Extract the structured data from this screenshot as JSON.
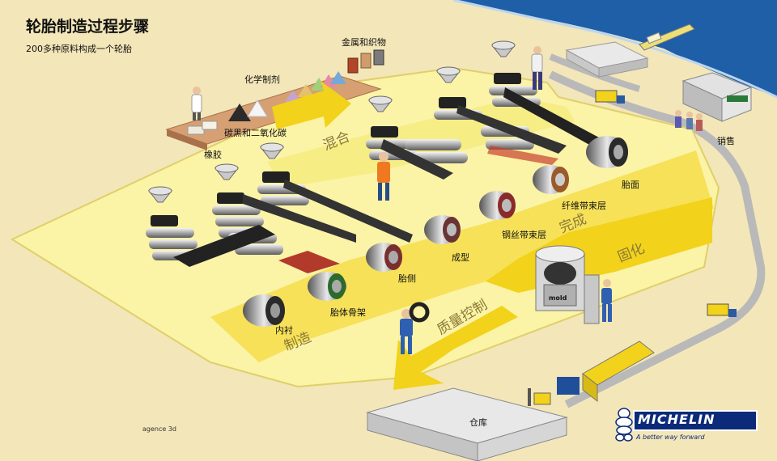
{
  "title": "轮胎制造过程步骤",
  "subtitle": "200多种原料构成一个轮胎",
  "materials": {
    "metal_fabric": "金属和织物",
    "chemicals": "化学制剂",
    "carbon_silica": "碳黑和二氧化碳",
    "rubber": "橡胶"
  },
  "stages": {
    "mixing": "混合",
    "manufacturing": "制造",
    "finishing": "完成",
    "curing": "固化",
    "quality_control": "质量控制"
  },
  "components": {
    "inner_liner": "内衬",
    "carcass": "胎体骨架",
    "sidewall": "胎侧",
    "building": "成型",
    "steel_belt": "钢丝带束层",
    "fiber_belt": "纤维带束层",
    "tread": "胎面"
  },
  "places": {
    "sales": "销售",
    "warehouse": "仓库",
    "mold": "mold"
  },
  "brand": {
    "name": "MICHELIN",
    "slogan": "A better way forward",
    "agency": "agence 3d"
  },
  "colors": {
    "ground": "#f3e6b8",
    "factory_floor": "#fbf3a6",
    "arrow_yellow": "#f2d21a",
    "sea": "#1f5fa8",
    "road": "#b9b9b9",
    "michelin_blue": "#0b2a7a"
  }
}
